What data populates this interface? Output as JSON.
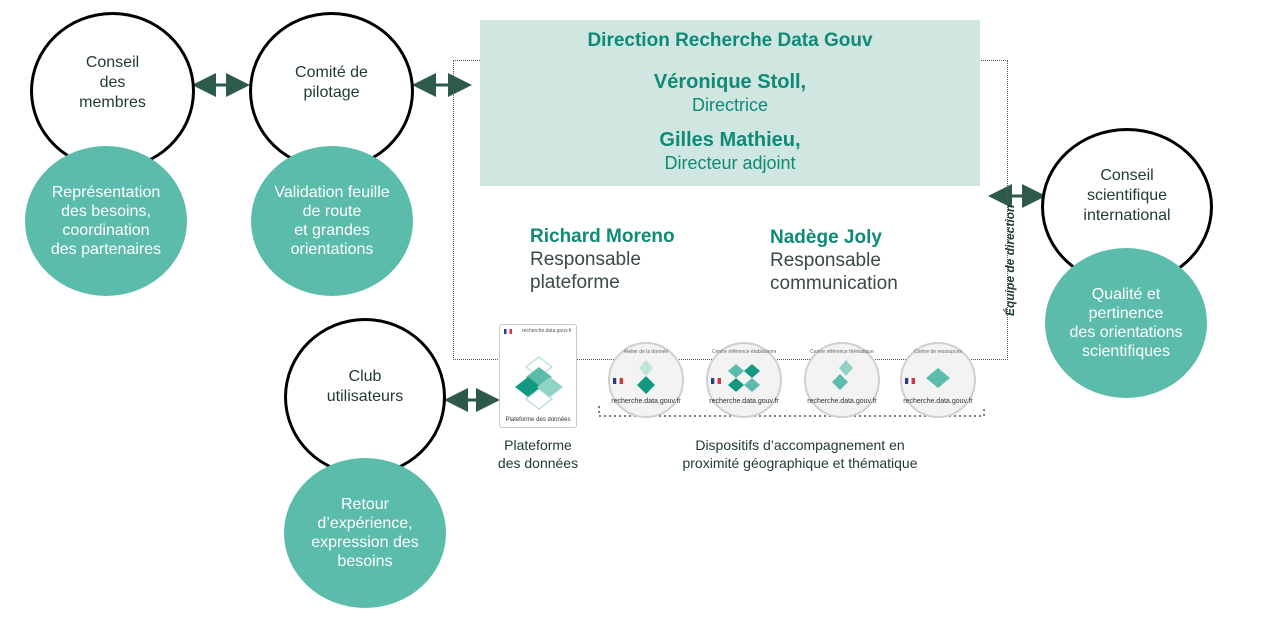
{
  "direction": {
    "title": "Direction Recherche Data Gouv",
    "people": [
      {
        "name": "Véronique Stoll,",
        "role": "Directrice"
      },
      {
        "name": "Gilles Mathieu,",
        "role": "Directeur adjoint"
      }
    ]
  },
  "team": [
    {
      "name": "Richard Moreno",
      "role": "Responsable\nplateforme"
    },
    {
      "name": "Nadège Joly",
      "role": "Responsable\ncommunication"
    }
  ],
  "team_label": "Équipe de direction",
  "bodies": [
    {
      "name": "Conseil\ndes\nmembres",
      "mission": "Représentation\ndes besoins,\ncoordination\ndes partenaires"
    },
    {
      "name": "Comité de\npilotage",
      "mission": "Validation feuille\nde route\net grandes\norientations"
    },
    {
      "name": "Conseil\nscientifique\ninternational",
      "mission": "Qualité et\npertinence\ndes orientations\nscientifiques"
    },
    {
      "name": "Club\nutilisateurs",
      "mission": "Retour\nd’expérience,\nexpression des\nbesoins"
    }
  ],
  "platform": {
    "caption": "Plateforme\ndes données",
    "card_header": "recherche.data.gouv.fr",
    "card_footer": "Plateforme des données"
  },
  "badges": [
    {
      "arc": "Atelier de la donnée",
      "site": "recherche.data.gouv.fr"
    },
    {
      "arc": "Centre référence établissement",
      "site": "recherche.data.gouv.fr"
    },
    {
      "arc": "Centre référence thématique",
      "site": "recherche.data.gouv.fr"
    },
    {
      "arc": "Centre de ressources",
      "site": "recherche.data.gouv.fr"
    }
  ],
  "badges_caption": "Dispositifs d’accompagnement en\nproximité géographique et thématique",
  "colors": {
    "teal_disc": "#5bbcab",
    "teal_text": "#0f8a77",
    "band": "#cfe6e1",
    "arrow": "#2e5a4e"
  }
}
